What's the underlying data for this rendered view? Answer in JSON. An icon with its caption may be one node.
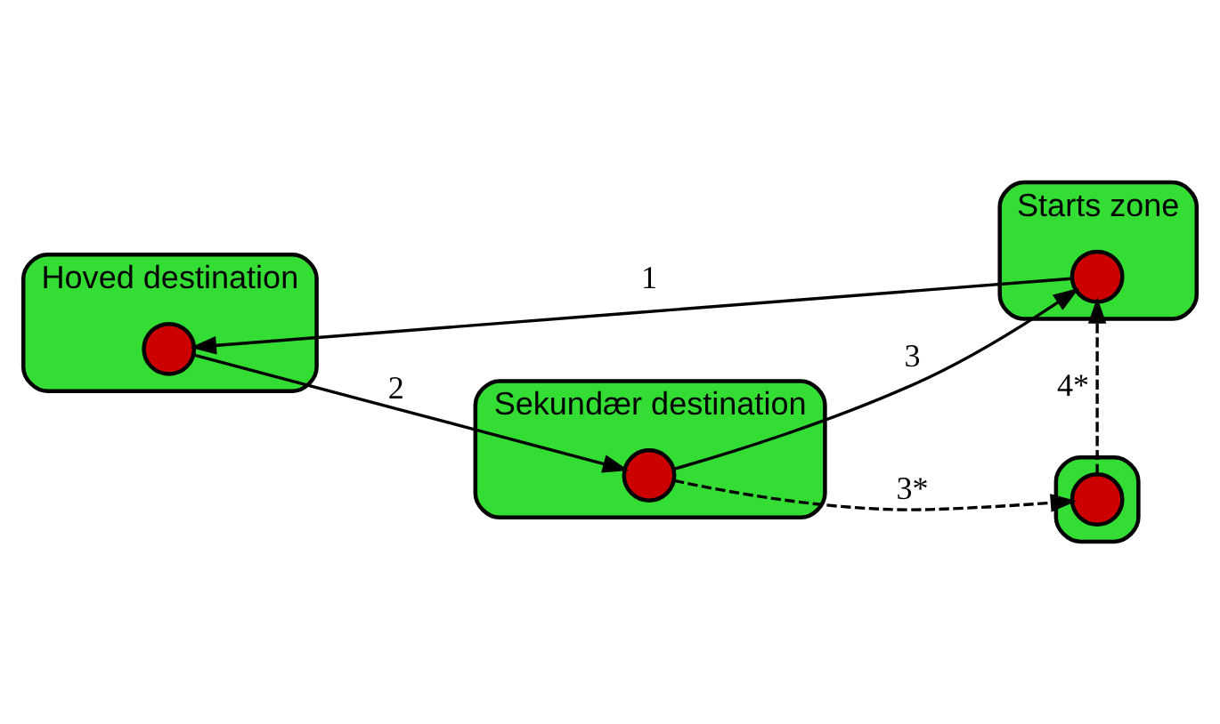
{
  "diagram": {
    "nodes": [
      {
        "text": [
          "Starts zone"
        ]
      },
      {
        "text": [],
        "shape": "circle",
        "in": 0
      },
      {
        "text": [
          "Hoved destination"
        ]
      },
      {
        "text": [],
        "shape": "circle",
        "in": 2
      },
      {
        "text": [],
        "shape": "cloud"
      },
      {
        "text": [],
        "shape": "circle",
        "in": 4
      },
      {
        "text": [
          "Sekundær destination"
        ]
      },
      {
        "text": [],
        "shape": "circle",
        "in": 6
      }
    ],
    "edges": [
      {
        "from": 1,
        "to": 3,
        "arrow": "to",
        "label": "1"
      },
      {
        "from": 3,
        "to": 7,
        "arrow": "to",
        "label": "2"
      },
      {
        "from": 7,
        "to": 1,
        "arrow": "to",
        "label": "3"
      },
      {
        "from": 7,
        "to": 5,
        "arrow": "to",
        "label": "3*",
        "style": "dashed"
      },
      {
        "from": 5,
        "to": 1,
        "arrow": "to",
        "label": "4*",
        "style": "dashed"
      }
    ]
  }
}
